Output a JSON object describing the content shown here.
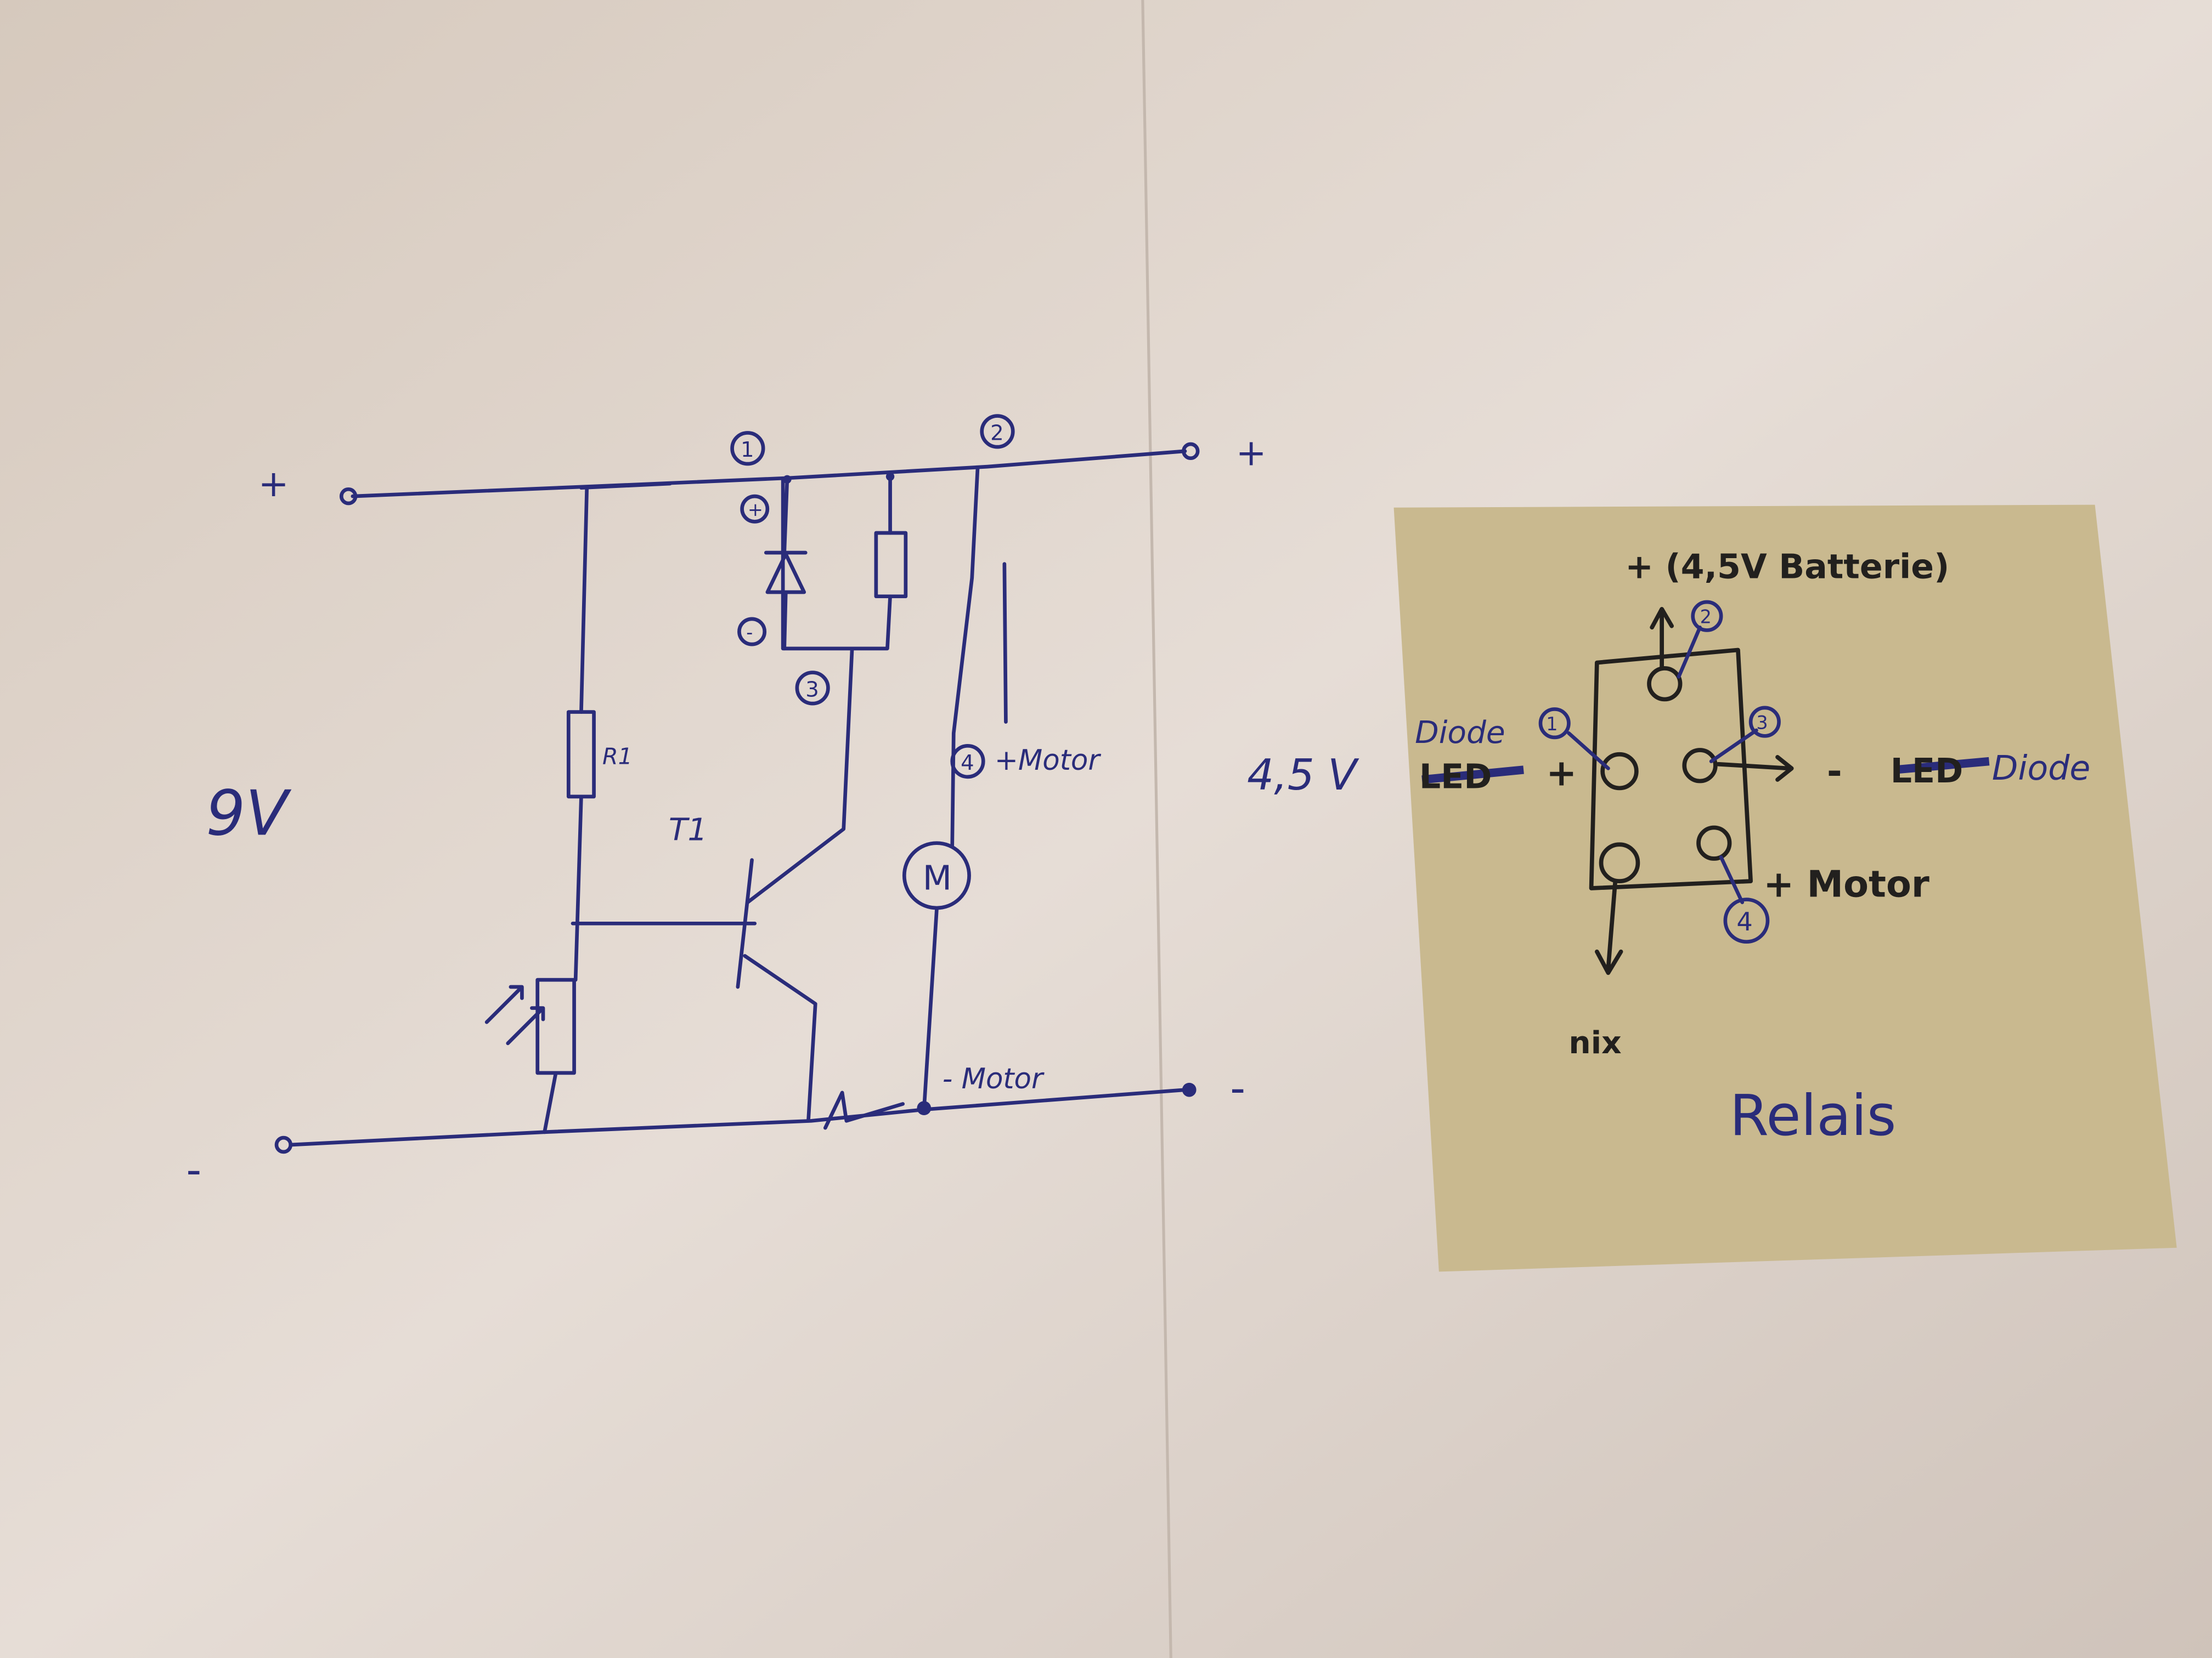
{
  "schematic": {
    "supply_voltage": "9V",
    "plus_left": "+",
    "minus_left": "-",
    "plus_right": "+",
    "minus_right": "-",
    "resistor_label": "R1",
    "transistor_label": "T1",
    "motor_symbol": "M",
    "plus_motor": "+Motor",
    "minus_motor": "- Motor",
    "node_1": "1",
    "node_2": "2",
    "node_3": "3",
    "node_4": "4",
    "diode_plus": "+",
    "diode_minus": "-",
    "relay_voltage": "4,5 V"
  },
  "relay_note": {
    "top_label": "+ (4,5V Batterie)",
    "pin_1": "1",
    "pin_2": "2",
    "pin_3": "3",
    "pin_4": "4",
    "left_label_top": "Diode",
    "left_label_struck": "LED",
    "left_plus": "+",
    "right_minus": "-",
    "right_label_struck": "LED",
    "right_label": "Diode",
    "motor_label": "+ Motor",
    "unused_label": "nix",
    "title": "Relais",
    "colors": {
      "note": "#c9b98f",
      "ink": "#2a2c7a",
      "black_ink": "#22201e"
    }
  }
}
